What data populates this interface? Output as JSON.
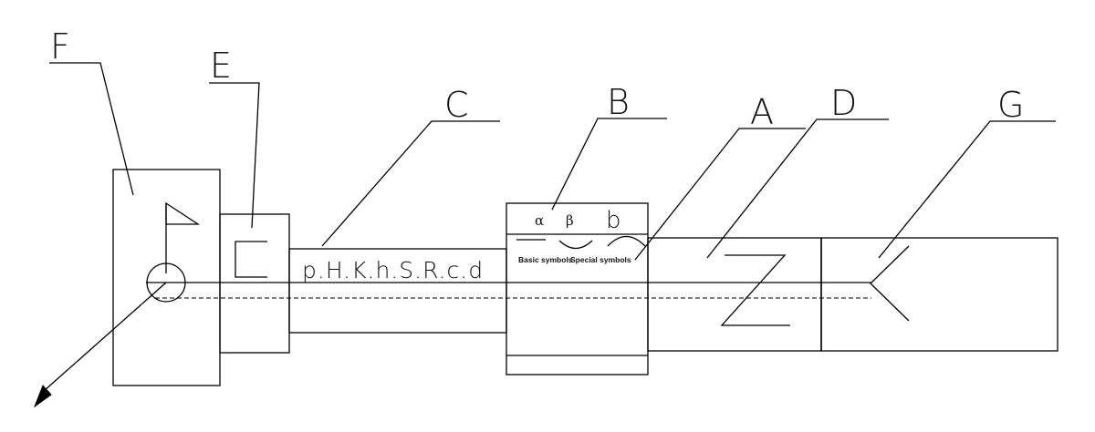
{
  "labels": {
    "A": "A",
    "B": "B",
    "C": "C",
    "D": "D",
    "E": "E",
    "F": "F",
    "G": "G"
  },
  "symbol_box": {
    "alpha": "α",
    "beta": "β",
    "b": "b",
    "basic_symbols": "Basic symbols",
    "special_symbols": "Special symbols"
  },
  "parameters_text": "p.H.K.h.S.R.c.d"
}
